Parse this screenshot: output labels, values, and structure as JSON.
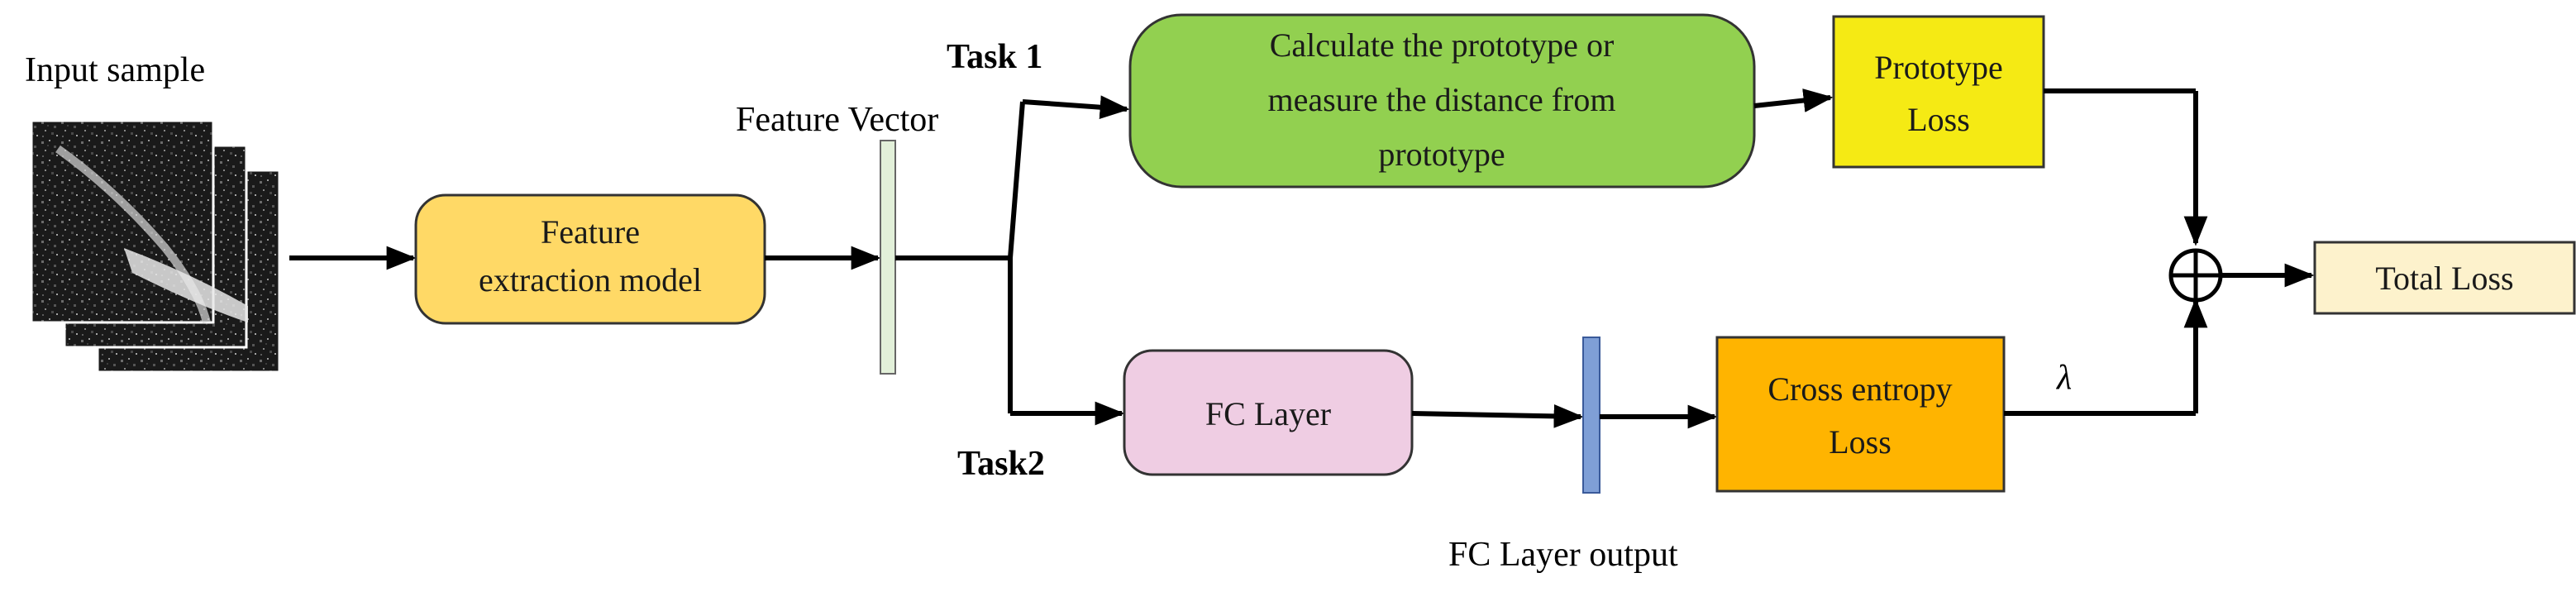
{
  "colors": {
    "feature_extraction": "#ffd966",
    "prototype_calc": "#92d050",
    "prototype_loss": "#f5ea14",
    "fc_layer": "#efcde3",
    "cross_entropy": "#ffb400",
    "total_loss": "#fdf2cc",
    "feature_vector_bar": "#e2f0d9",
    "fc_output_bar": "#7f9fd6"
  },
  "labels": {
    "input_sample": "Input sample",
    "feature_vector": "Feature Vector",
    "task1": "Task 1",
    "task2": "Task2",
    "fc_layer_output": "FC Layer output",
    "lambda": "λ"
  },
  "nodes": {
    "feature_extraction": [
      "Feature",
      "extraction model"
    ],
    "prototype_calc": [
      "Calculate the prototype or",
      "measure the distance from",
      "prototype"
    ],
    "prototype_loss": [
      "Prototype",
      "Loss"
    ],
    "fc_layer": [
      "FC Layer"
    ],
    "cross_entropy": [
      "Cross entropy",
      "Loss"
    ],
    "total_loss": [
      "Total Loss"
    ]
  },
  "icons": {
    "sum": "circle-plus-icon"
  }
}
